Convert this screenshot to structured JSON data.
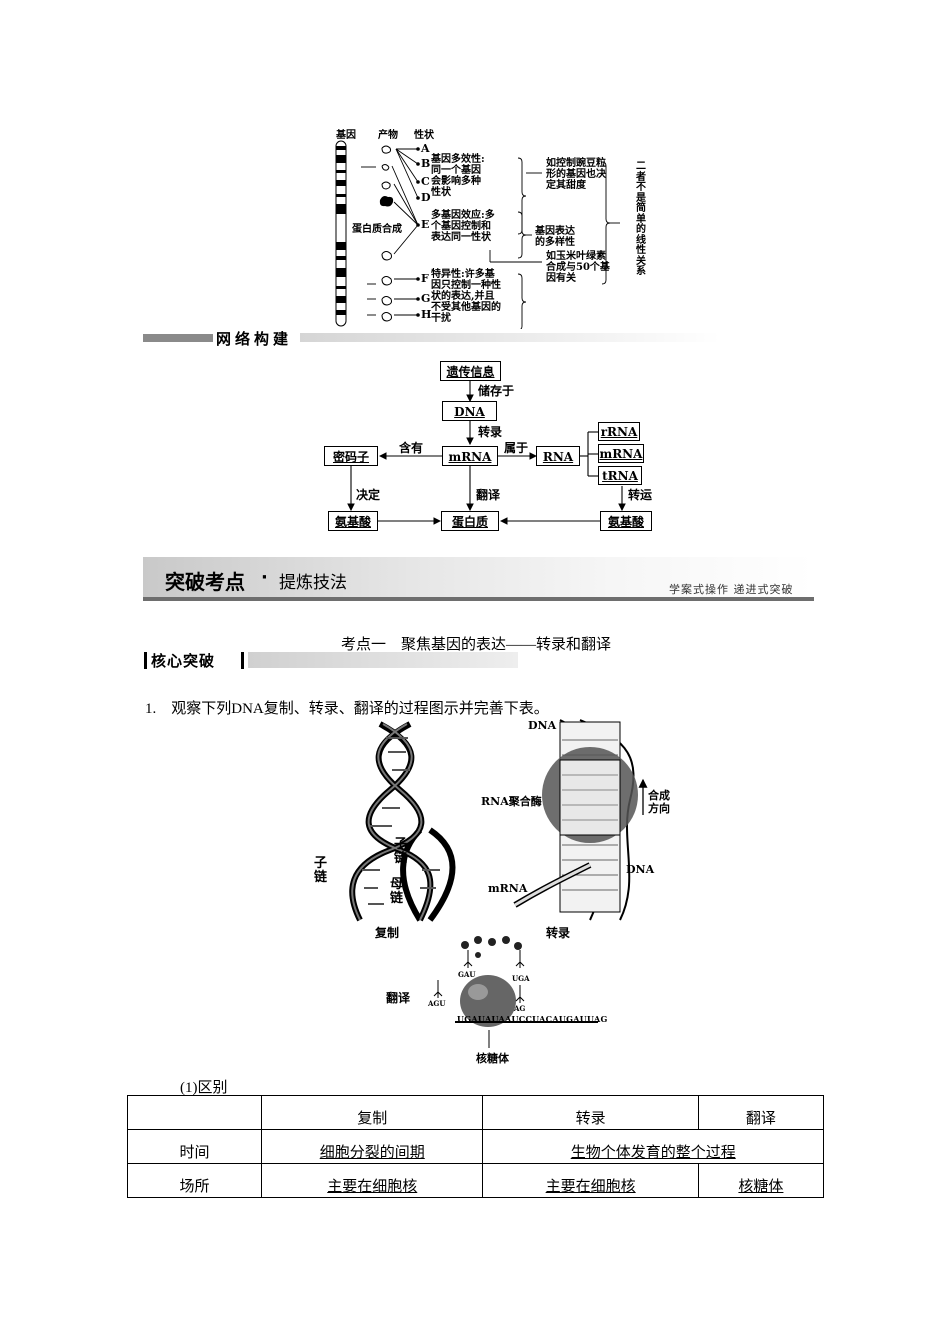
{
  "gene_figure": {
    "col_gene": "基因",
    "col_product": "产物",
    "col_trait": "性状",
    "traits": [
      "A",
      "B",
      "C",
      "D",
      "E",
      "F",
      "G",
      "H"
    ],
    "protein_synth": "蛋白质合成",
    "pleiotropy": [
      "基因多效性:",
      "同一个基因",
      "会影响多种",
      "性状"
    ],
    "polygenic": [
      "多基因效应:多",
      "个基因控制和",
      "表达同一性状"
    ],
    "specificity": [
      "特异性:许多基",
      "因只控制一种性",
      "状的表达,并且",
      "不受其他基因的",
      "干扰"
    ],
    "pea_example": [
      "如控制豌豆粒",
      "形的基因也决",
      "定其甜度"
    ],
    "diversity": [
      "基因表达",
      "的多样性"
    ],
    "corn_example": [
      "如玉米叶绿素",
      "合成与50个基",
      "因有关"
    ],
    "not_linear": [
      "二",
      "者",
      "不",
      "是",
      "简",
      "单",
      "的",
      "线",
      "性",
      "关",
      "系"
    ]
  },
  "network": {
    "section_label": "网络构建",
    "genetic_info": "遗传信息",
    "stored_in": "储存于",
    "dna": "DNA",
    "transcription": "转录",
    "codon": "密码子",
    "contains": "含有",
    "mrna": "mRNA",
    "belongs_to": "属于",
    "rna": "RNA",
    "rrna": "rRNA",
    "mrna2": "mRNA",
    "trna": "tRNA",
    "determines": "决定",
    "translation": "翻译",
    "transport": "转运",
    "amino_acid_left": "氨基酸",
    "protein": "蛋白质",
    "amino_acid_right": "氨基酸"
  },
  "banner": {
    "title": "突破考点",
    "dot": "·",
    "subtitle": "提炼技法",
    "right": "学案式操作  递进式突破"
  },
  "kaodian": "考点一　聚焦基因的表达——转录和翻译",
  "core_label": "核心突破",
  "question": "1.　观察下列DNA复制、转录、翻译的过程图示并完善下表。",
  "dna_figure": {
    "zi_lian_left": [
      "子",
      "链"
    ],
    "zi_lian_mid": [
      "子",
      "链"
    ],
    "mu_lian": [
      "母",
      "链"
    ],
    "replication": "复制",
    "dna_top": "DNA",
    "rna_polymerase": "RNA聚合酶",
    "synthesis_dir": [
      "合成",
      "方向"
    ],
    "dna_right": "DNA",
    "mrna": "mRNA",
    "transcription": "转录",
    "translation": "翻译",
    "codon_seq": "UGAUAUAAUCCUACAUGAUUAG",
    "anticodons": [
      "GAU",
      "UGA",
      "AGU",
      "AG"
    ],
    "ribosome": "核糖体"
  },
  "table": {
    "caption": "(1)区别",
    "headers": [
      "",
      "复制",
      "转录",
      "翻译"
    ],
    "row_time_label": "时间",
    "row_time_replication": "细胞分裂的间期",
    "row_time_other": "生物个体发育的整个过程",
    "row_place_label": "场所",
    "row_place": [
      "主要在细胞核",
      "主要在细胞核",
      "核糖体"
    ]
  }
}
